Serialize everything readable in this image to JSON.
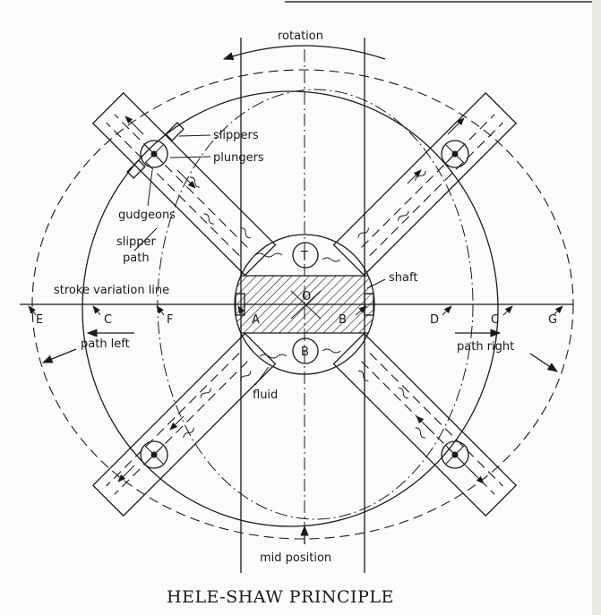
{
  "caption": "HELE-SHAW PRINCIPLE",
  "labels": {
    "rotation": "rotation",
    "slippers": "slippers",
    "plungers": "plungers",
    "gudgeons": "gudgeons",
    "slipper_path_1": "slipper",
    "slipper_path_2": "path",
    "stroke_variation_line": "stroke variation line",
    "shaft": "shaft",
    "center_o": "O",
    "top_port": "T",
    "bottom_port": "B",
    "point_e": "E",
    "point_c_left": "C",
    "point_f": "F",
    "point_a": "A",
    "point_b": "B",
    "point_d": "D",
    "point_c_right": "C",
    "point_g": "G",
    "path_left": "path left",
    "path_right": "path right",
    "fluid": "fluid",
    "mid_position": "mid position"
  }
}
